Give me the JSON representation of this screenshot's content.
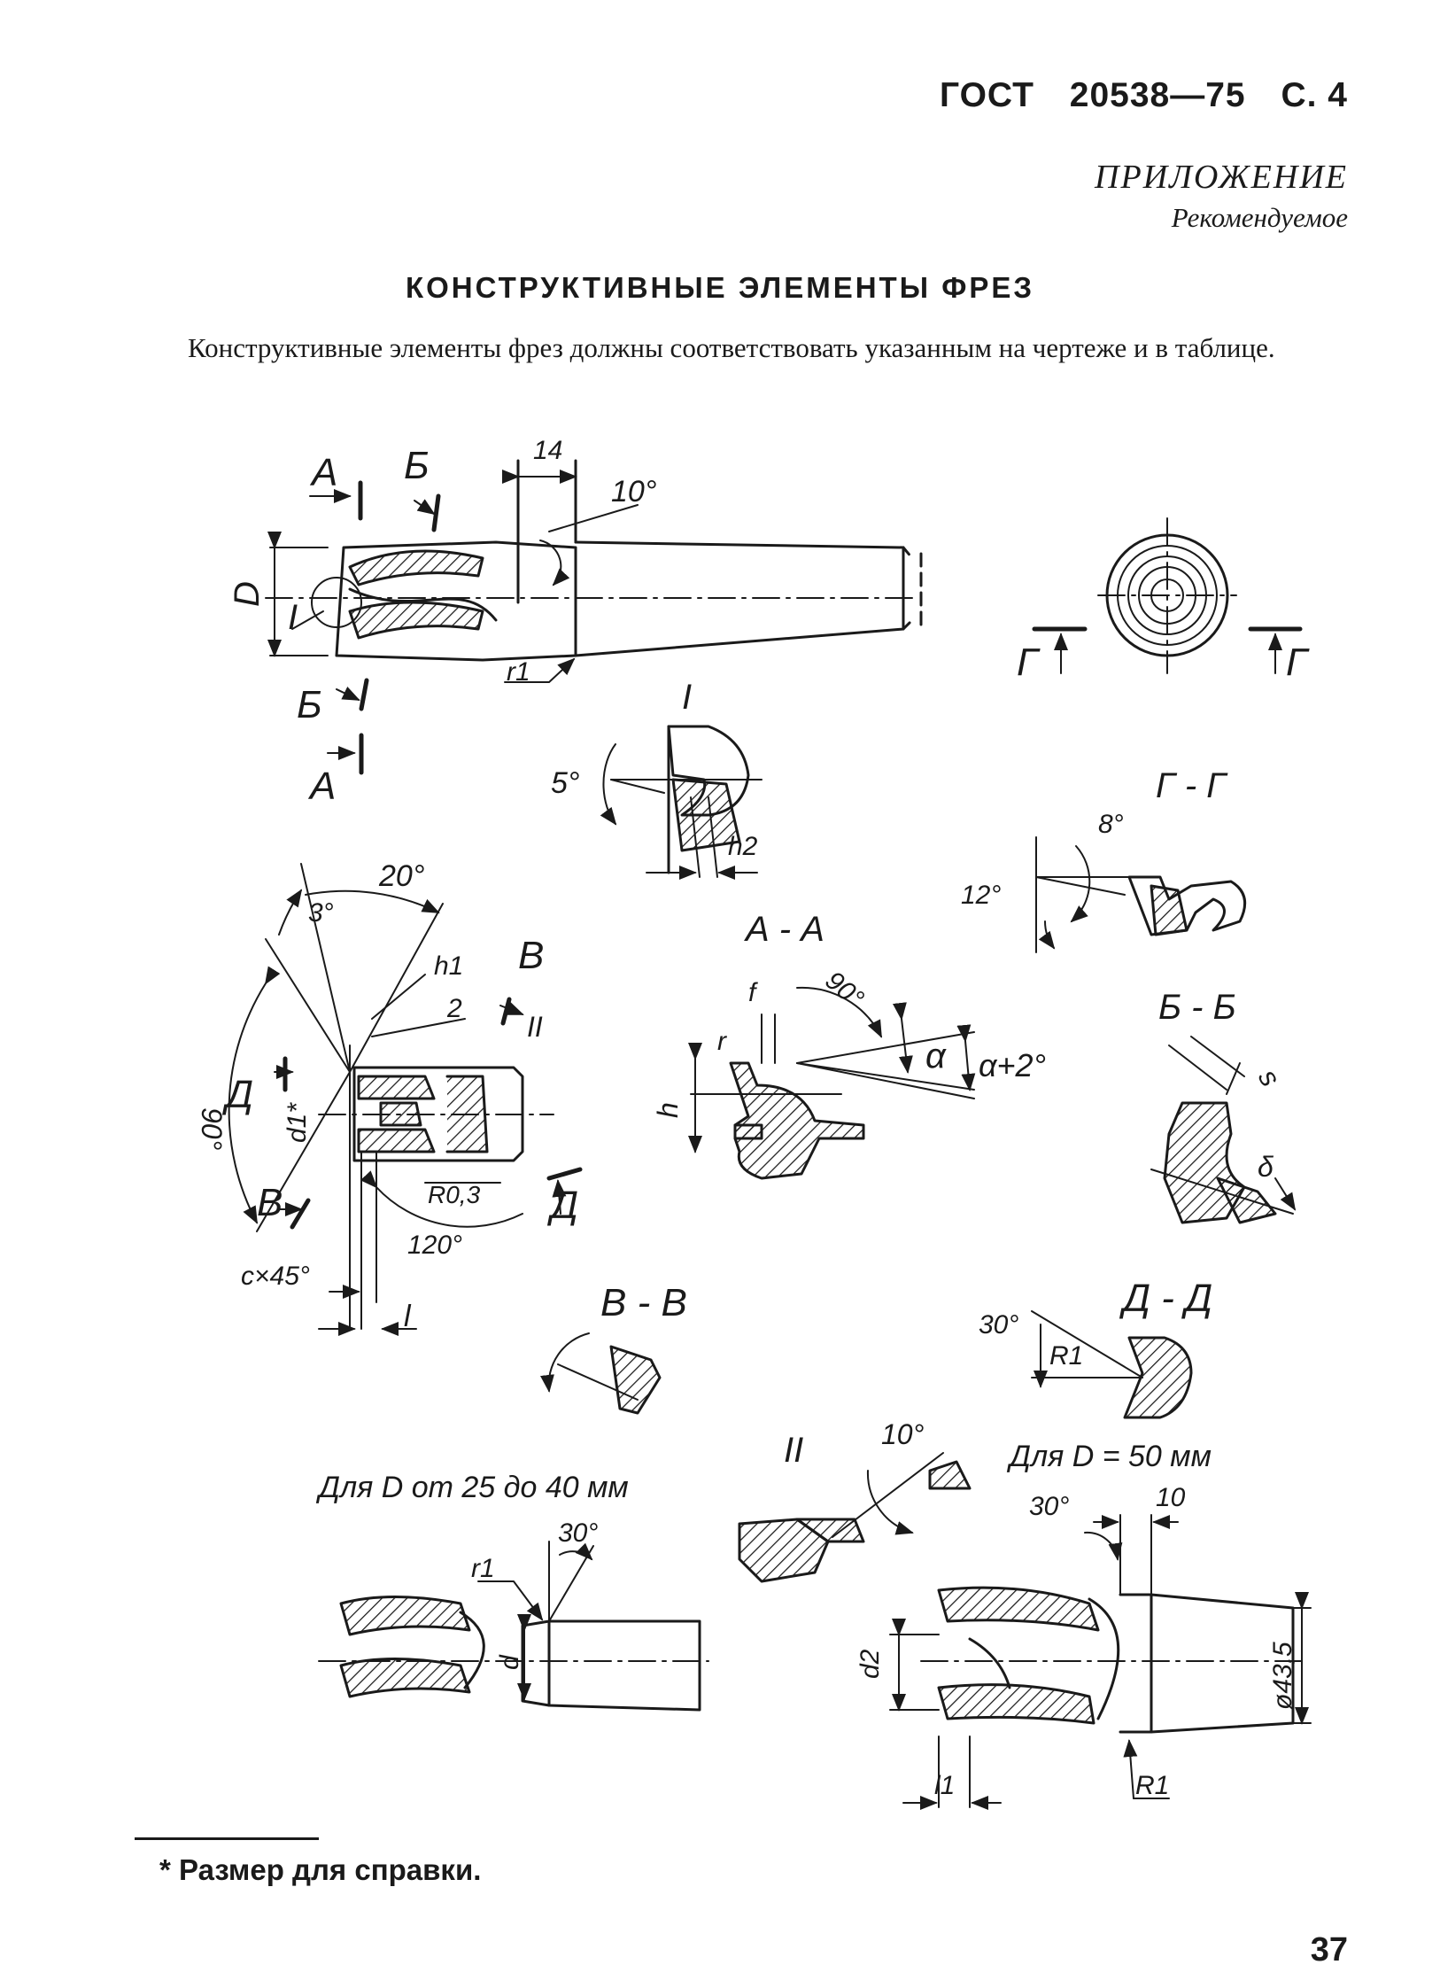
{
  "header": {
    "standard": "ГОСТ",
    "number": "20538—75",
    "page_ref": "С. 4"
  },
  "appendix": {
    "title": "ПРИЛОЖЕНИЕ",
    "status": "Рекомендуемое"
  },
  "title": "КОНСТРУКТИВНЫЕ ЭЛЕМЕНТЫ ФРЕЗ",
  "paragraph": "Конструктивные элементы фрез должны соответствовать указанным на чертеже и в таблице.",
  "drawing": {
    "labels": {
      "A": "А",
      "B": "Б",
      "V": "В",
      "G": "Г",
      "D_letter": "Д",
      "D": "D",
      "I": "I",
      "II": "II",
      "dim_14": "14",
      "angle_10": "10°",
      "r1": "r1",
      "angle_5": "5°",
      "h2": "h2",
      "angle_3": "3°",
      "angle_20": "20°",
      "h1": "h1",
      "dim_2": "2",
      "angle_90": "90°",
      "d1": "d1*",
      "R03": "R0,3",
      "angle_120": "120°",
      "c45": "c×45°",
      "l": "l",
      "f": "f",
      "r": "r",
      "h": "h",
      "alpha": "α",
      "alpha2": "α+2°",
      "s": "s",
      "delta": "δ",
      "angle_8": "8°",
      "angle_12": "12°",
      "angle_30": "30°",
      "R1": "R1",
      "dim_10": "10",
      "d": "d",
      "d2": "d2",
      "l1": "l1",
      "d435": "ø43,5"
    },
    "section_titles": {
      "GG": "Г - Г",
      "AA": "А - А",
      "BB": "Б - Б",
      "VV": "В - В",
      "DD": "Д - Д"
    },
    "captions": {
      "small": "Для D от 25 до 40 мм",
      "large": "Для D = 50 мм"
    }
  },
  "footnote": "* Размер для справки.",
  "page_number": "37"
}
